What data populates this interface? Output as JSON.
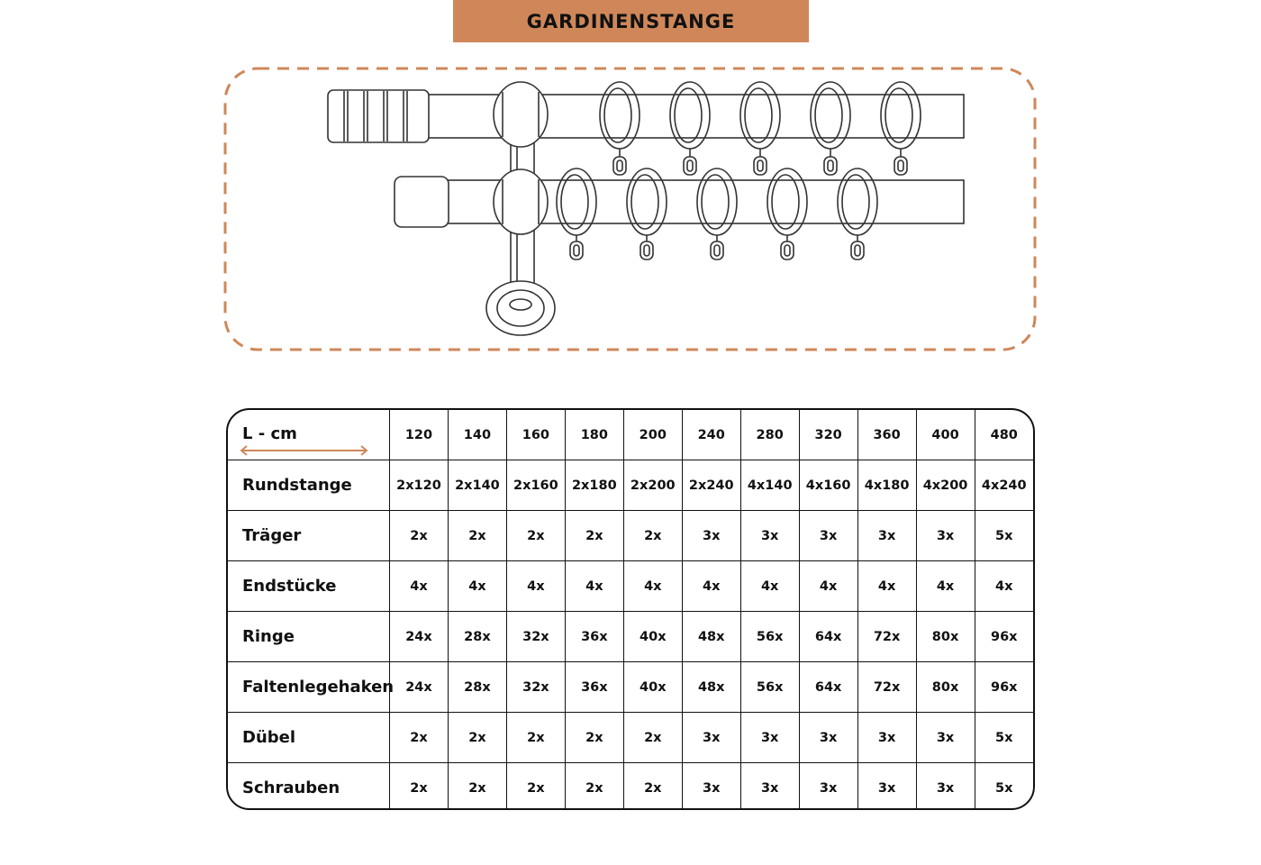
{
  "header": {
    "title": "GARDINENSTANGE"
  },
  "colors": {
    "accent": "#cf875a",
    "line": "#111111"
  },
  "table": {
    "corner_label": "L - cm",
    "lengths": [
      "120",
      "140",
      "160",
      "180",
      "200",
      "240",
      "280",
      "320",
      "360",
      "400",
      "480"
    ],
    "rows": [
      {
        "label": "Rundstange",
        "values": [
          "2x120",
          "2x140",
          "2x160",
          "2x180",
          "2x200",
          "2x240",
          "4x140",
          "4x160",
          "4x180",
          "4x200",
          "4x240"
        ]
      },
      {
        "label": "Träger",
        "values": [
          "2x",
          "2x",
          "2x",
          "2x",
          "2x",
          "3x",
          "3x",
          "3x",
          "3x",
          "3x",
          "5x"
        ]
      },
      {
        "label": "Endstücke",
        "values": [
          "4x",
          "4x",
          "4x",
          "4x",
          "4x",
          "4x",
          "4x",
          "4x",
          "4x",
          "4x",
          "4x"
        ]
      },
      {
        "label": "Ringe",
        "values": [
          "24x",
          "28x",
          "32x",
          "36x",
          "40x",
          "48x",
          "56x",
          "64x",
          "72x",
          "80x",
          "96x"
        ]
      },
      {
        "label": "Faltenlegehaken",
        "values": [
          "24x",
          "28x",
          "32x",
          "36x",
          "40x",
          "48x",
          "56x",
          "64x",
          "72x",
          "80x",
          "96x"
        ]
      },
      {
        "label": "Dübel",
        "values": [
          "2x",
          "2x",
          "2x",
          "2x",
          "2x",
          "3x",
          "3x",
          "3x",
          "3x",
          "3x",
          "5x"
        ]
      },
      {
        "label": "Schrauben",
        "values": [
          "2x",
          "2x",
          "2x",
          "2x",
          "2x",
          "3x",
          "3x",
          "3x",
          "3x",
          "3x",
          "5x"
        ]
      }
    ]
  },
  "icons": {
    "illustration": "curtain-rod-illustration-icon",
    "arrow": "double-arrow-icon"
  }
}
